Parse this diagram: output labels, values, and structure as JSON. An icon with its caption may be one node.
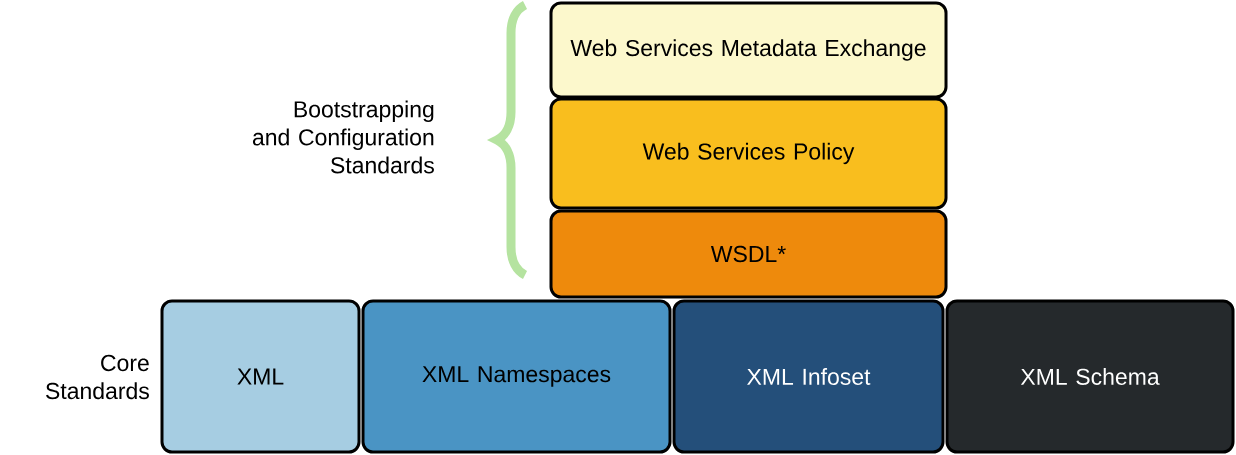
{
  "diagram": {
    "nodes": [
      {
        "text": [
          "Web Services Metadata Exchange"
        ]
      },
      {
        "text": [
          "Web Services Policy"
        ]
      },
      {
        "text": [
          "WSDL*"
        ]
      },
      {
        "text": [
          "XML"
        ]
      },
      {
        "text": [
          "XML Namespaces"
        ]
      },
      {
        "text": [
          "XML Infoset"
        ]
      },
      {
        "text": [
          "XML Schema"
        ]
      }
    ],
    "labels": [
      "Bootstrapping and Configuration Standards",
      "Core Standards"
    ]
  }
}
